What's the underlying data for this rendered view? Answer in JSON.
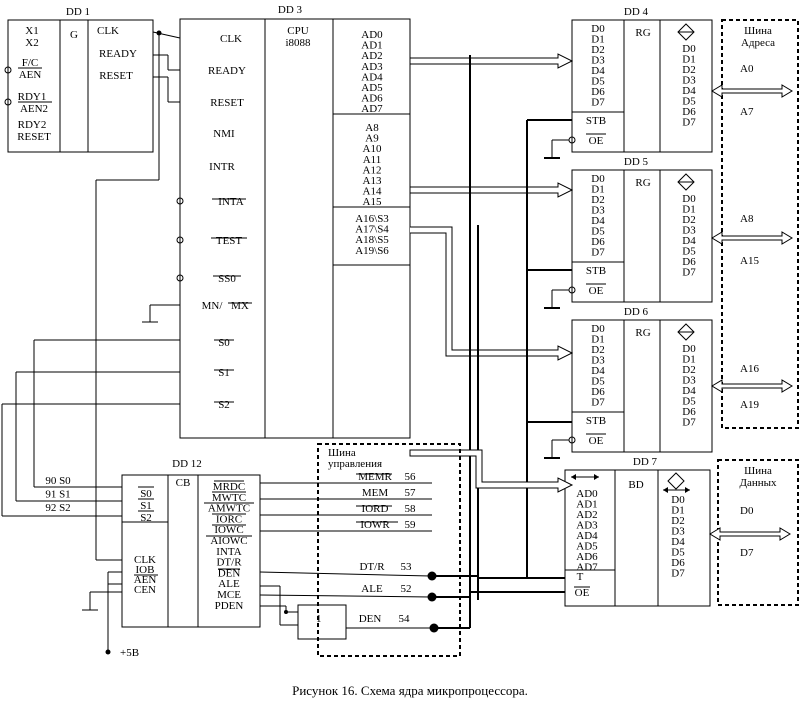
{
  "caption": "Рисунок 16. Схема ядра микропроцессора.",
  "dd1": {
    "title": "DD 1",
    "inputs": [
      "X1",
      "X2",
      "F/C",
      "AEN",
      "RDY1",
      "AEN2",
      "RDY2",
      "RESET"
    ],
    "type": "G",
    "outputs": [
      "CLK",
      "READY",
      "RESET"
    ]
  },
  "dd3": {
    "title": "DD 3",
    "type": "CPU",
    "model": "i8088",
    "left_pins": [
      "CLK",
      "READY",
      "RESET",
      "NMI",
      "INTR",
      "INTA",
      "TEST",
      "SS0",
      "MN/",
      "MX",
      "S0",
      "S1",
      "S2"
    ],
    "ad_pins": [
      "AD0",
      "AD1",
      "AD2",
      "AD3",
      "AD4",
      "AD5",
      "AD6",
      "AD7"
    ],
    "a_pins": [
      "A8",
      "A9",
      "A10",
      "A11",
      "A12",
      "A13",
      "A14",
      "A15"
    ],
    "as_pins": [
      "A16\\S3",
      "A17\\S4",
      "A18\\S5",
      "A19\\S6"
    ]
  },
  "registers": [
    {
      "title": "DD 4",
      "type": "RG",
      "inputs": [
        "D0",
        "D1",
        "D2",
        "D3",
        "D4",
        "D5",
        "D6",
        "D7"
      ],
      "outputs": [
        "D0",
        "D1",
        "D2",
        "D3",
        "D4",
        "D5",
        "D6",
        "D7"
      ],
      "stb": "STB",
      "oe": "OE"
    },
    {
      "title": "DD 5",
      "type": "RG",
      "inputs": [
        "D0",
        "D1",
        "D2",
        "D3",
        "D4",
        "D5",
        "D6",
        "D7"
      ],
      "outputs": [
        "D0",
        "D1",
        "D2",
        "D3",
        "D4",
        "D5",
        "D6",
        "D7"
      ],
      "stb": "STB",
      "oe": "OE"
    },
    {
      "title": "DD 6",
      "type": "RG",
      "inputs": [
        "D0",
        "D1",
        "D2",
        "D3",
        "D4",
        "D5",
        "D6",
        "D7"
      ],
      "outputs": [
        "D0",
        "D1",
        "D2",
        "D3",
        "D4",
        "D5",
        "D6",
        "D7"
      ],
      "stb": "STB",
      "oe": "OE"
    }
  ],
  "dd7": {
    "title": "DD 7",
    "type": "BD",
    "left_pins": [
      "AD0",
      "AD1",
      "AD2",
      "AD3",
      "AD4",
      "AD5",
      "AD6",
      "AD7"
    ],
    "right_pins": [
      "D0",
      "D1",
      "D2",
      "D3",
      "D4",
      "D5",
      "D6",
      "D7"
    ],
    "t": "T",
    "oe": "OE"
  },
  "address_bus": {
    "title_line1": "Шина",
    "title_line2": "Адреса",
    "labels": [
      [
        "A0",
        "A7"
      ],
      [
        "A8",
        "A15"
      ],
      [
        "A16",
        "A19"
      ]
    ]
  },
  "data_bus": {
    "title_line1": "Шина",
    "title_line2": "Данных",
    "labels": [
      "D0",
      "D7"
    ]
  },
  "control_bus": {
    "title_line1": "Шина",
    "title_line2": "управления"
  },
  "dd12": {
    "title": "DD 12",
    "type": "CB",
    "left_top": [
      "S0",
      "S1",
      "S2"
    ],
    "left_bottom": [
      "CLK",
      "IOB",
      "AEN",
      "CEN"
    ],
    "right_pins": [
      "MRDC",
      "MWTC",
      "AMWTC",
      "IORC",
      "IOWC",
      "AIOWC",
      "INTA",
      "DT/R",
      "DEN",
      "ALE",
      "MCE",
      "PDEN"
    ],
    "wire_labels": [
      "90 S0",
      "91 S1",
      "92 S2"
    ],
    "signals": [
      {
        "name": "MEMR",
        "num": "56"
      },
      {
        "name": "MEM",
        "num": "57"
      },
      {
        "name": "IORD",
        "num": "58"
      },
      {
        "name": "IOWR",
        "num": "59"
      }
    ]
  },
  "bottom_signals": [
    {
      "name": "DT/R",
      "num": "53"
    },
    {
      "name": "ALE",
      "num": "52"
    },
    {
      "name": "DEN",
      "num": "54"
    }
  ],
  "inverter_label": "1",
  "power_label": "+5В"
}
